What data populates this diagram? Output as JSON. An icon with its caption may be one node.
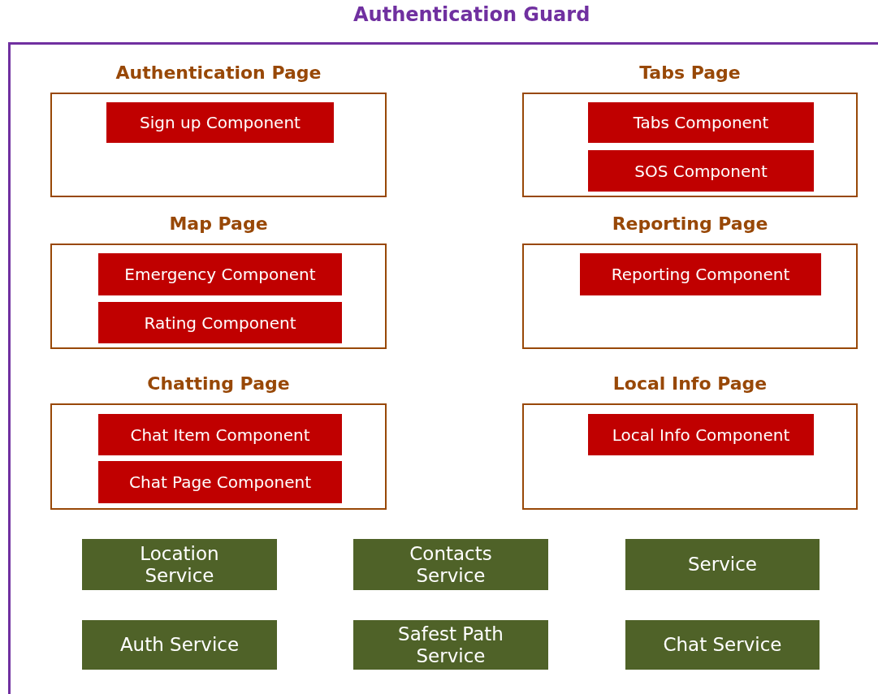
{
  "diagram": {
    "nodes": [
      {
        "text": [
          "Authentication Guard"
        ]
      },
      {
        "text": [
          "Authentication Page"
        ],
        "in": 0
      },
      {
        "text": [
          "Sign up Component"
        ],
        "in": 1
      },
      {
        "text": [
          "Tabs Page"
        ],
        "in": 0
      },
      {
        "text": [
          "Tabs Component"
        ],
        "in": 3
      },
      {
        "text": [
          "SOS Component"
        ],
        "in": 3
      },
      {
        "text": [
          "Map Page"
        ],
        "in": 0
      },
      {
        "text": [
          "Emergency Component"
        ],
        "in": 6
      },
      {
        "text": [
          "Rating Component"
        ],
        "in": 6
      },
      {
        "text": [
          "Reporting Page"
        ],
        "in": 0
      },
      {
        "text": [
          "Reporting Component"
        ],
        "in": 9
      },
      {
        "text": [
          "Chatting Page"
        ],
        "in": 0
      },
      {
        "text": [
          "Chat Item Component"
        ],
        "in": 11
      },
      {
        "text": [
          "Chat Page Component"
        ],
        "in": 11
      },
      {
        "text": [
          "Local Info Page"
        ],
        "in": 0
      },
      {
        "text": [
          "Local Info Component"
        ],
        "in": 14
      },
      {
        "text": [
          "Location Service"
        ],
        "in": 0
      },
      {
        "text": [
          "Contacts Service"
        ],
        "in": 0
      },
      {
        "text": [
          "Service"
        ],
        "in": 0
      },
      {
        "text": [
          "Auth Service"
        ],
        "in": 0
      },
      {
        "text": [
          "Safest Path Service"
        ],
        "in": 0
      },
      {
        "text": [
          "Chat Service"
        ],
        "in": 0
      }
    ],
    "edges": []
  }
}
